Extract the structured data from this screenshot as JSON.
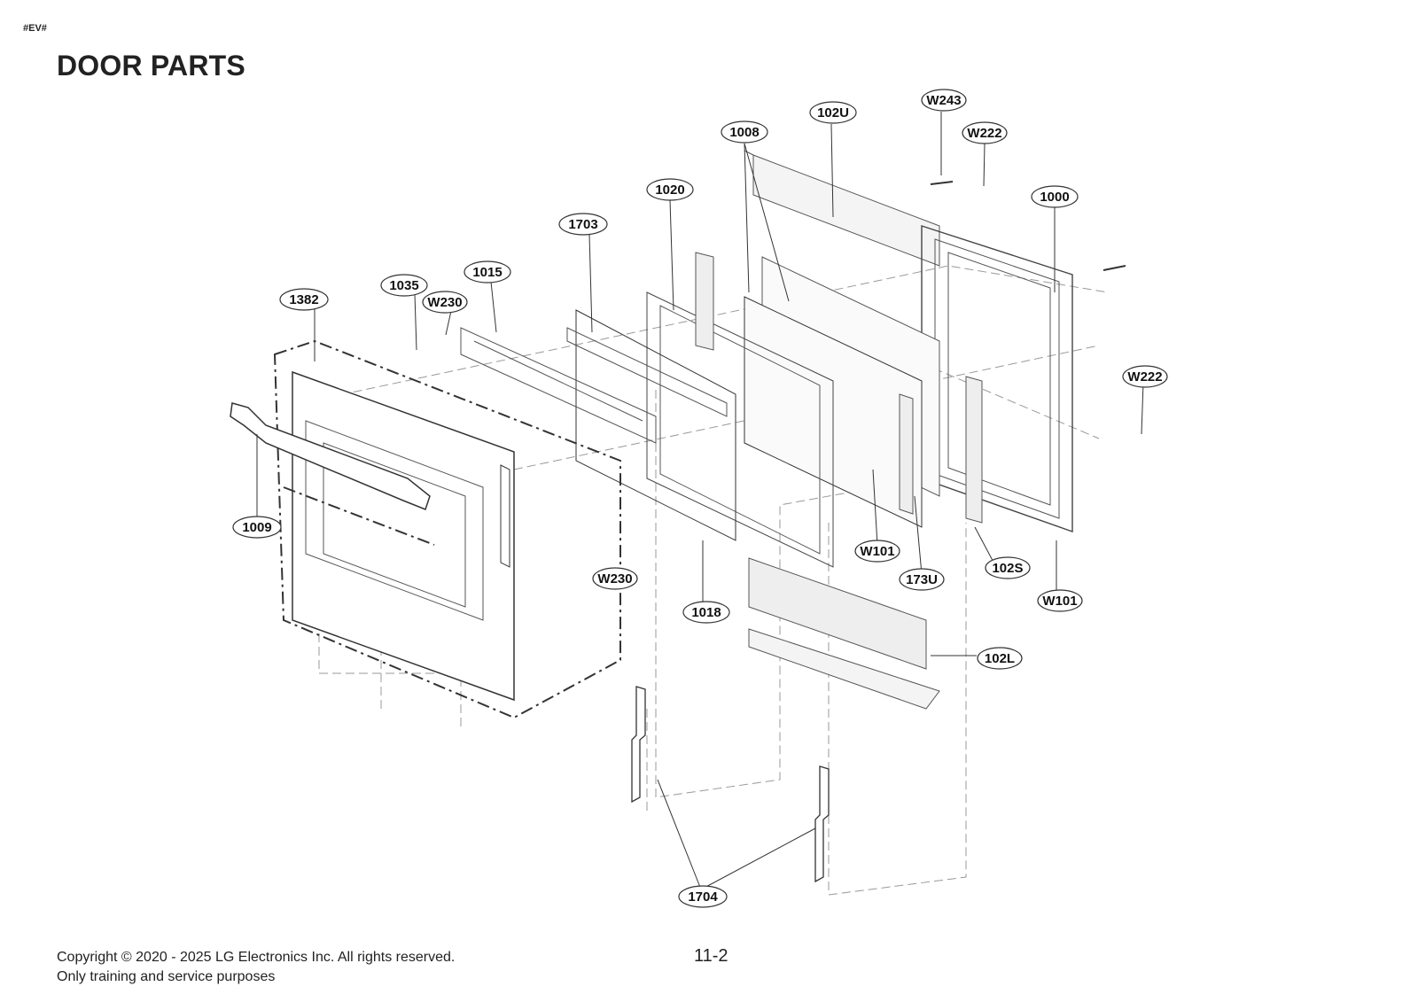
{
  "header": {
    "code_tag": "#EV#",
    "title": "DOOR PARTS"
  },
  "footer": {
    "copyright": "Copyright © 2020 - 2025 LG Electronics Inc. All rights reserved.",
    "service_note": "Only training and service purposes",
    "page_number": "11-2"
  },
  "diagram": {
    "callouts": [
      "W243",
      "102U",
      "1008",
      "W222",
      "1020",
      "1000",
      "1703",
      "1035",
      "1015",
      "W230",
      "1382",
      "W222",
      "1009",
      "W230",
      "W101",
      "173U",
      "102S",
      "W101",
      "1018",
      "102L",
      "1704"
    ]
  }
}
